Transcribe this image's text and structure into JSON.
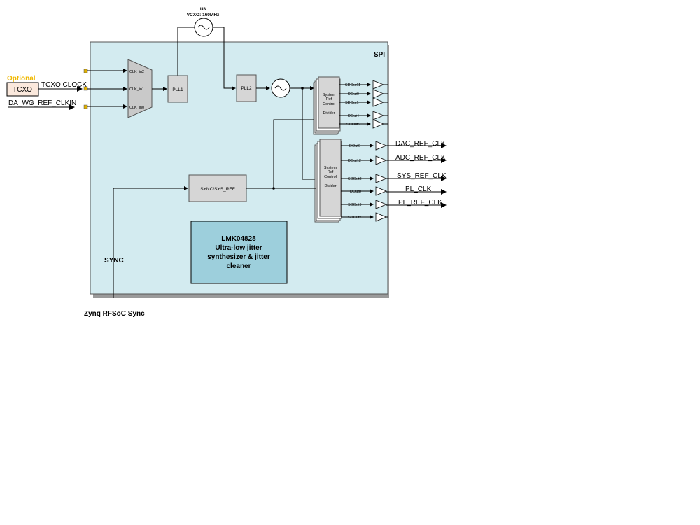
{
  "vcxo": {
    "ref": "U3",
    "label": "VCXO: 160MHz"
  },
  "spi_label": "SPI",
  "optional_label": "Optional",
  "tcxo": {
    "box": "TCXO",
    "signal": "TCXO CLOCK"
  },
  "ref_clkin": "DA_WG_REF_CLKIN",
  "mux_inputs": [
    "CLK_in2",
    "CLK_in1",
    "CLK_in0"
  ],
  "pll1": "PLL1",
  "pll2": "PLL2",
  "sysref_top": {
    "l1": "System",
    "l2": "Ref",
    "l3": "Control",
    "l4": "Divider"
  },
  "sysref_bottom": {
    "l1": "System",
    "l2": "Ref",
    "l3": "Control",
    "l4": "Divider"
  },
  "sync_block": "SYNC/SYS_REF",
  "sync_label": "SYNC",
  "chip": {
    "line1": "LMK04828",
    "line2": "Ultra-low jitter",
    "line3": "synthesizer & jitter",
    "line4": "cleaner"
  },
  "footer": "Zynq RFSoC Sync",
  "top_outputs": [
    "SDOut11",
    "DOut0",
    "SDOut1",
    "DOut4",
    "SDOut5"
  ],
  "bottom_outputs": [
    "DOut6",
    "DOut12",
    "SDOut3",
    "DOut8",
    "SDOut9",
    "SDOut7"
  ],
  "external_clocks": [
    "DAC_REF_CLK",
    "ADC_REF_CLK",
    "SYS_REF_CLK",
    "PL_CLK",
    "PL_REF_CLK"
  ],
  "colors": {
    "panel": "#d3ebf0",
    "chip": "#9dcfdc",
    "block": "#d6d6d6",
    "optional": "#f0b800",
    "tcxo": "#fbe9dd",
    "pin": "#e0b000"
  }
}
